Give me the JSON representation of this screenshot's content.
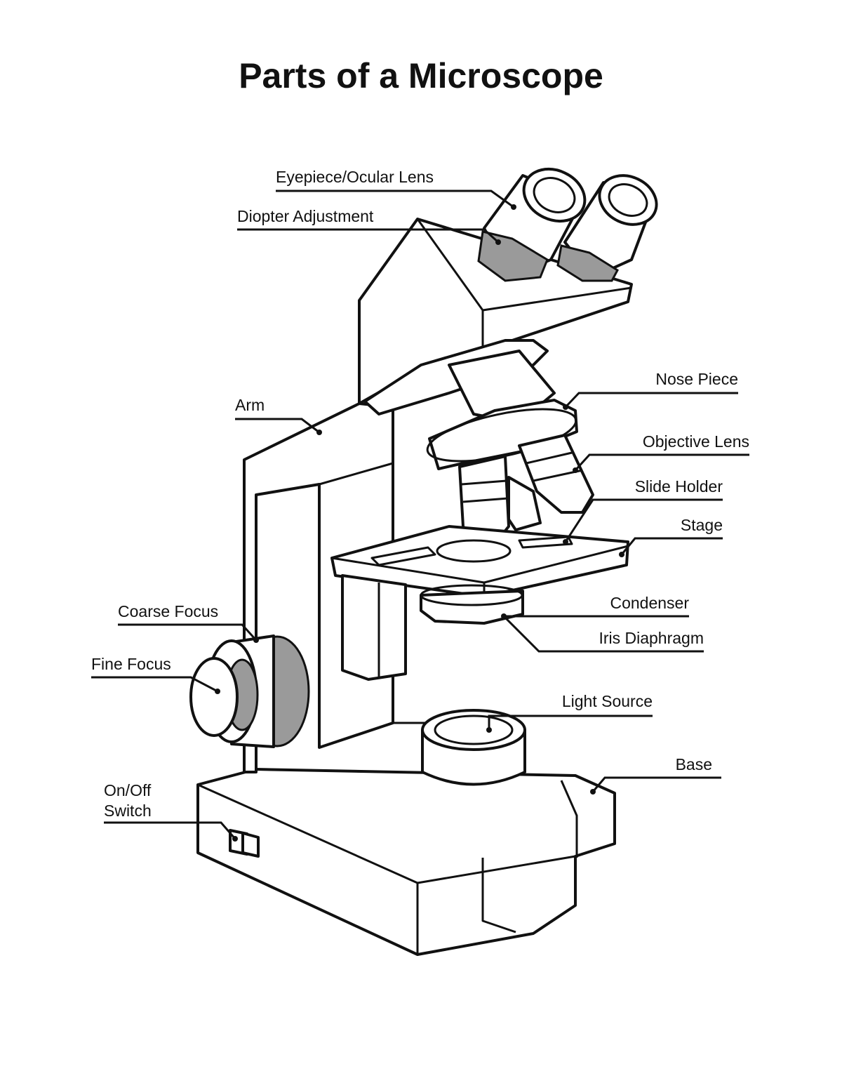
{
  "title": "Parts of a Microscope",
  "labels": {
    "eyepiece": "Eyepiece/Ocular Lens",
    "diopter": "Diopter Adjustment",
    "arm": "Arm",
    "nose_piece": "Nose Piece",
    "objective_lens": "Objective Lens",
    "slide_holder": "Slide Holder",
    "stage": "Stage",
    "coarse_focus": "Coarse Focus",
    "fine_focus": "Fine Focus",
    "condenser": "Condenser",
    "iris_diaphragm": "Iris Diaphragm",
    "light_source": "Light Source",
    "base": "Base",
    "onoff_line1": "On/Off",
    "onoff_line2": "Switch"
  }
}
